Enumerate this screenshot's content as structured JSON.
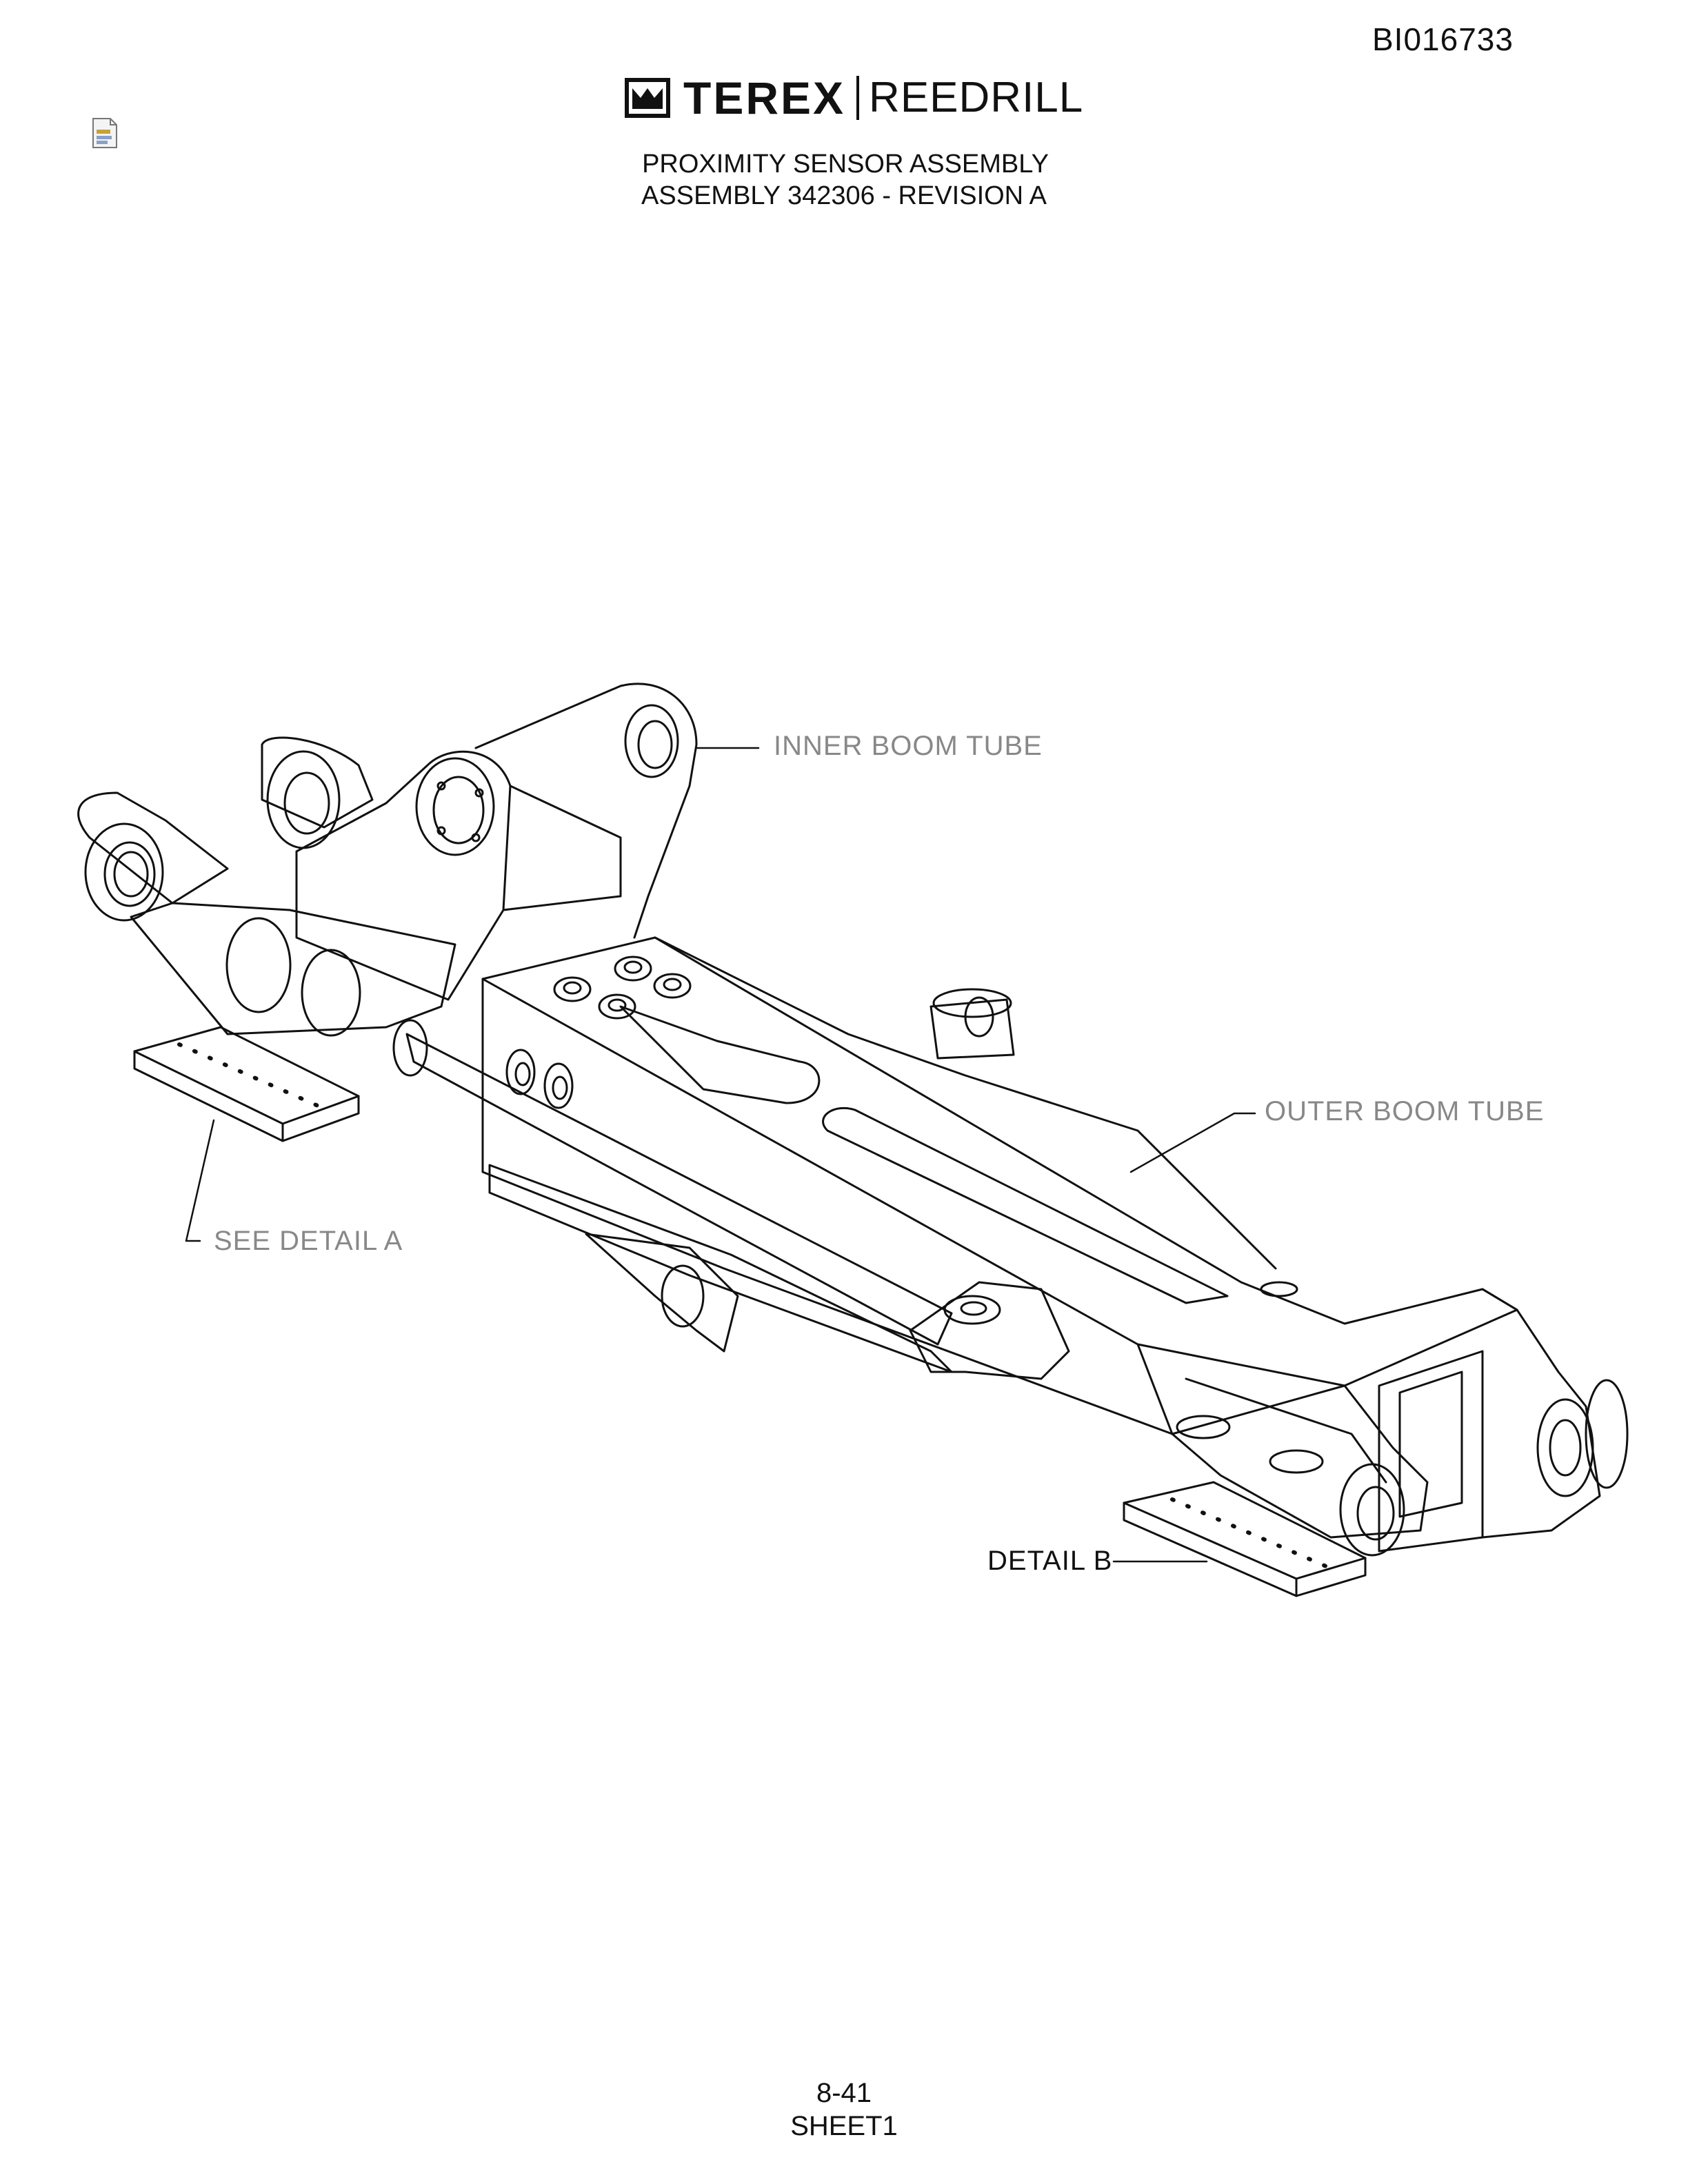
{
  "document_id": "BI016733",
  "brand": {
    "name_primary": "TEREX",
    "name_secondary": "REEDRILL"
  },
  "title": {
    "line1": "PROXIMITY SENSOR ASSEMBLY",
    "line2": "ASSEMBLY 342306 - REVISION A"
  },
  "callouts": {
    "inner_boom_tube": "INNER BOOM TUBE",
    "outer_boom_tube": "OUTER BOOM TUBE",
    "see_detail_a": "SEE DETAIL A",
    "detail_b": "DETAIL B"
  },
  "footer": {
    "page_number": "8-41",
    "sheet": "SHEET1"
  }
}
